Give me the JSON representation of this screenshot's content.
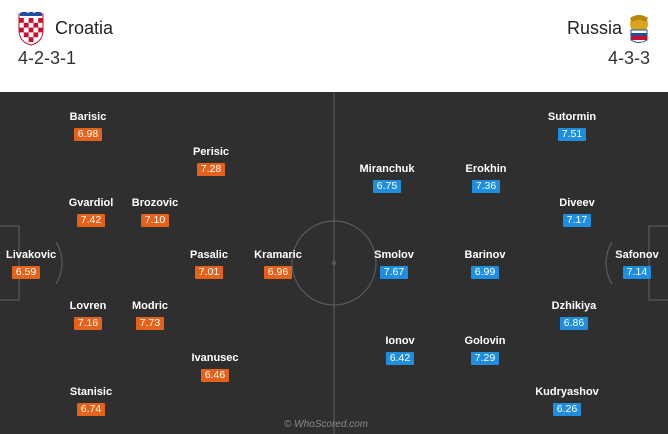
{
  "home": {
    "name": "Croatia",
    "formation": "4-2-3-1",
    "crest_icon": "croatia-crest-icon",
    "rating_color": "#e4621b",
    "players": [
      {
        "name": "Livakovic",
        "rating": "6.59"
      },
      {
        "name": "Barisic",
        "rating": "6.98"
      },
      {
        "name": "Gvardiol",
        "rating": "7.42"
      },
      {
        "name": "Lovren",
        "rating": "7.16"
      },
      {
        "name": "Stanisic",
        "rating": "6.74"
      },
      {
        "name": "Brozovic",
        "rating": "7.10"
      },
      {
        "name": "Modric",
        "rating": "7.73"
      },
      {
        "name": "Perisic",
        "rating": "7.28"
      },
      {
        "name": "Pasalic",
        "rating": "7.01"
      },
      {
        "name": "Ivanusec",
        "rating": "6.46"
      },
      {
        "name": "Kramaric",
        "rating": "6.96"
      }
    ]
  },
  "away": {
    "name": "Russia",
    "formation": "4-3-3",
    "crest_icon": "russia-crest-icon",
    "rating_color": "#1f8fdd",
    "players": [
      {
        "name": "Safonov",
        "rating": "7.14"
      },
      {
        "name": "Sutormin",
        "rating": "7.51"
      },
      {
        "name": "Diveev",
        "rating": "7.17"
      },
      {
        "name": "Dzhikiya",
        "rating": "6.86"
      },
      {
        "name": "Kudryashov",
        "rating": "6.26"
      },
      {
        "name": "Erokhin",
        "rating": "7.36"
      },
      {
        "name": "Barinov",
        "rating": "6.99"
      },
      {
        "name": "Golovin",
        "rating": "7.29"
      },
      {
        "name": "Miranchuk",
        "rating": "6.75"
      },
      {
        "name": "Smolov",
        "rating": "7.67"
      },
      {
        "name": "Ionov",
        "rating": "6.42"
      }
    ]
  },
  "watermark": "© WhoScored.com",
  "pitch_color": "#2f2f2f"
}
